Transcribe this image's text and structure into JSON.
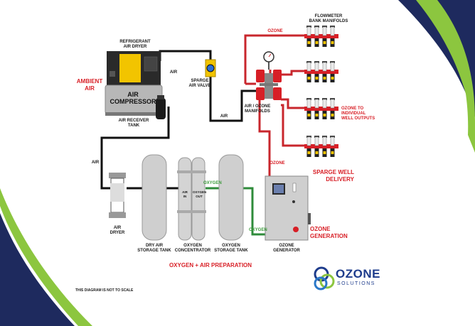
{
  "colors": {
    "navy": "#1e2a5e",
    "lime": "#8cc63f",
    "red_pipe": "#c8262c",
    "green_pipe": "#2e8b3a",
    "black_pipe": "#111111",
    "compressor_yellow": "#f2c400",
    "label_red": "#d81f26"
  },
  "labels": {
    "refrigerant_air_dryer": "REFRIGERANT\nAIR DRYER",
    "ambient_air": "AMBIENT\nAIR",
    "air_compressor": "AIR\nCOMPRESSOR",
    "air_receiver_tank": "AIR RECEIVER\nTANK",
    "air_top": "AIR",
    "sparge_air_valve": "SPARGE\nAIR VALVE",
    "air_mid": "AIR",
    "air_manifolds": "AIR / OZONE\nMANIFOLDS",
    "flowmeter_bank": "FLOWMETER\nBANK MANIFOLDS",
    "ozone_top": "OZONE",
    "ozone_outputs": "OZONE TO\nINDIVIDUAL\nWELL OUTPUTS",
    "ozone_lower": "OZONE",
    "sparge_well_delivery": "SPARGE WELL\nDELIVERY",
    "air_left": "AIR",
    "air_dryer": "AIR\nDRYER",
    "dry_air_storage_tank": "DRY AIR\nSTORAGE TANK",
    "air_in": "AIR\nIN",
    "oxygen_out": "OXYGEN\nOUT",
    "oxygen_concentrator": "OXYGEN\nCONCENTRATOR",
    "oxygen_pipe_top": "OXYGEN",
    "oxygen_storage_tank": "OXYGEN\nSTORAGE TANK",
    "oxygen_pipe_bottom": "OXYGEN",
    "ozone_generator": "OZONE\nGENERATOR",
    "ozone_generation": "OZONE\nGENERATION",
    "oxygen_air_preparation": "OXYGEN + AIR PREPARATION",
    "not_to_scale": "THIS DIAGRAM IS NOT TO SCALE"
  },
  "logo": {
    "name": "OZONE",
    "sub": "SOLUTIONS"
  }
}
